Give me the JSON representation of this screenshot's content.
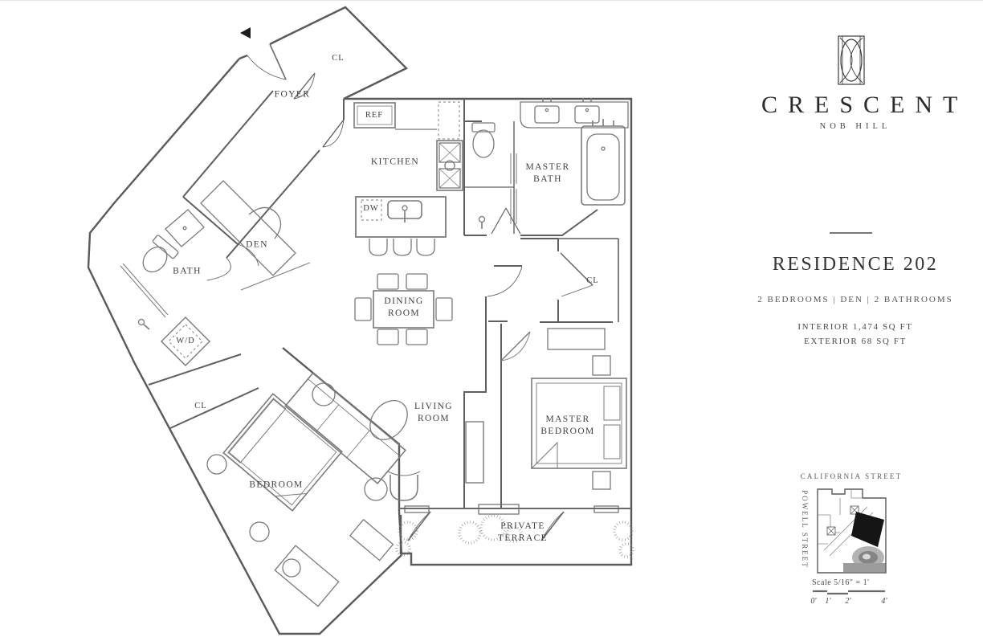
{
  "brand": {
    "name": "CRESCENT",
    "location": "NOB HILL"
  },
  "residence": {
    "title": "RESIDENCE 202",
    "features": "2 BEDROOMS  |  DEN  |  2 BATHROOMS",
    "interior": "INTERIOR 1,474 SQ FT",
    "exterior": "EXTERIOR 68 SQ FT"
  },
  "rooms": {
    "foyer": "FOYER",
    "closet_top": "CL",
    "kitchen": "KITCHEN",
    "fridge": "REF",
    "dishwasher": "DW",
    "master_bath": "MASTER\nBATH",
    "bath": "BATH",
    "den": "DEN",
    "washer_dryer": "W/D",
    "closet_left": "CL",
    "dining_room": "DINING\nROOM",
    "closet_hall": "CL",
    "living_room": "LIVING\nROOM",
    "master_bedroom": "MASTER\nBEDROOM",
    "bedroom": "BEDROOM",
    "private_terrace": "PRIVATE\nTERRACE"
  },
  "keyplan": {
    "street_top": "CALIFORNIA STREET",
    "street_left": "POWELL STREET",
    "scale_label": "Scale 5/16\" = 1'",
    "scale_ticks": [
      "0'",
      "1'",
      "2'",
      "4'"
    ]
  },
  "colors": {
    "wall": "#5a5a5a",
    "fixture": "#7a7a7a",
    "unit_fill": "#151515"
  }
}
